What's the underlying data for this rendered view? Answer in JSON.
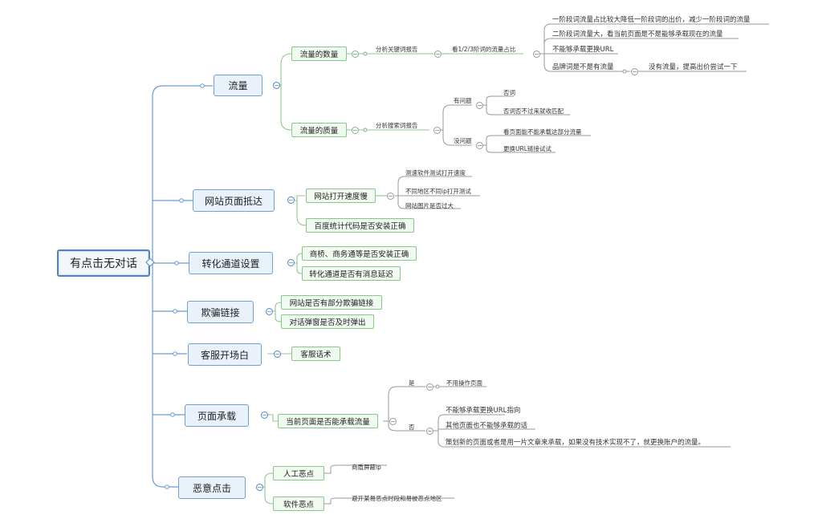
{
  "root": {
    "label": "有点击无对话"
  },
  "branches": {
    "traffic": {
      "label": "流量",
      "quantity": {
        "label": "流量的数量",
        "report": "分析关键词报告",
        "ratio": "看1/2/3阶词的流量占比",
        "items": [
          "一阶段词流量占比较大降低一阶段词的出价，减少一阶段词的流量",
          "二阶段词流量大，看当前页面是不是能够承载现在的流量",
          "不能够承载更换URL",
          "品牌词是不是有流量"
        ],
        "brand_fix": "没有流量，提高出价尝试一下"
      },
      "quality": {
        "label": "流量的质量",
        "report": "分析搜索词报告",
        "problem": {
          "label": "有问题",
          "items": [
            "否词",
            "否词否不过来就收匹配"
          ]
        },
        "no_problem": {
          "label": "没问题",
          "items": [
            "看页面能不能承载这部分流量",
            "更换URL链接试试"
          ]
        }
      }
    },
    "reach": {
      "label": "网站页面抵达",
      "speed": {
        "label": "网站打开速度慢",
        "items": [
          "测速软件测试打开速度",
          "不同地区不同ip打开测试",
          "网站图片是否过大"
        ]
      },
      "stats": "百度统计代码是否安装正确"
    },
    "channel": {
      "label": "转化通道设置",
      "items": [
        "商桥、商务通等是否安装正确",
        "转化通道是否有消息延迟"
      ]
    },
    "fraud": {
      "label": "欺骗链接",
      "items": [
        "网站是否有部分欺骗链接",
        "对话弹窗是否及时弹出"
      ]
    },
    "opening": {
      "label": "客服开场白",
      "items": [
        "客服话术"
      ]
    },
    "landing": {
      "label": "页面承载",
      "question": "当前页面是否能承载流量",
      "yes": {
        "label": "是",
        "items": [
          "不用操作页面"
        ]
      },
      "no": {
        "label": "否",
        "items": [
          "不能够承载更换URL指向",
          "其他页面也不能够承载的话",
          "策划新的页面或者是用一片文章来承载，如果没有技术实现不了，就更换账户的流量。"
        ]
      }
    },
    "malicious": {
      "label": "恶意点击",
      "manual": {
        "label": "人工恶点",
        "items": [
          "商盾屏蔽ip"
        ]
      },
      "software": {
        "label": "软件恶点",
        "items": [
          "避开某易恶点时段和易被恶点地区"
        ]
      }
    }
  }
}
